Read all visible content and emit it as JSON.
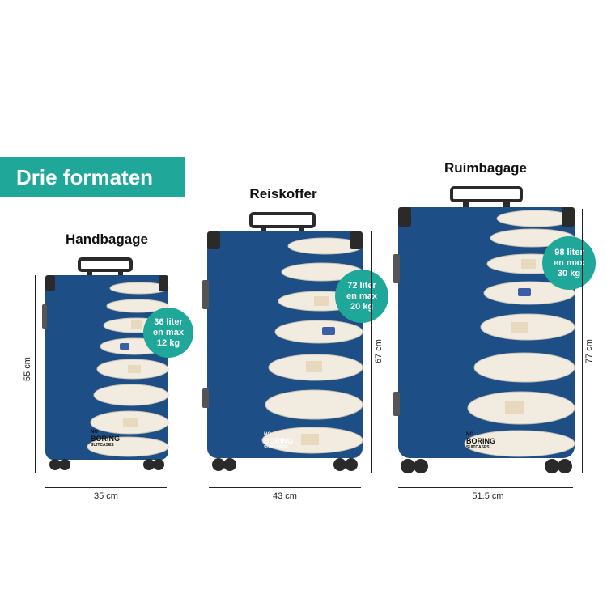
{
  "banner": {
    "title": "Drie formaten"
  },
  "suitcases": [
    {
      "name": "Handbagage",
      "height": "55 cm",
      "width": "35 cm",
      "capacity_line1": "36 liter",
      "capacity_line2": "en max",
      "capacity_line3": "12 kg"
    },
    {
      "name": "Reiskoffer",
      "height": "67 cm",
      "width": "43 cm",
      "capacity_line1": "72 liter",
      "capacity_line2": "en max",
      "capacity_line3": "20 kg"
    },
    {
      "name": "Ruimbagage",
      "height": "77 cm",
      "width": "51.5 cm",
      "capacity_line1": "98 liter",
      "capacity_line2": "en max",
      "capacity_line3": "30 kg"
    }
  ],
  "logo": {
    "line1": "NO",
    "line2": "BORING",
    "line3": "SUITCASES"
  },
  "colors": {
    "accent": "#1fa89a",
    "case_blue": "#1d4e86",
    "handle": "#2a2a2a"
  }
}
